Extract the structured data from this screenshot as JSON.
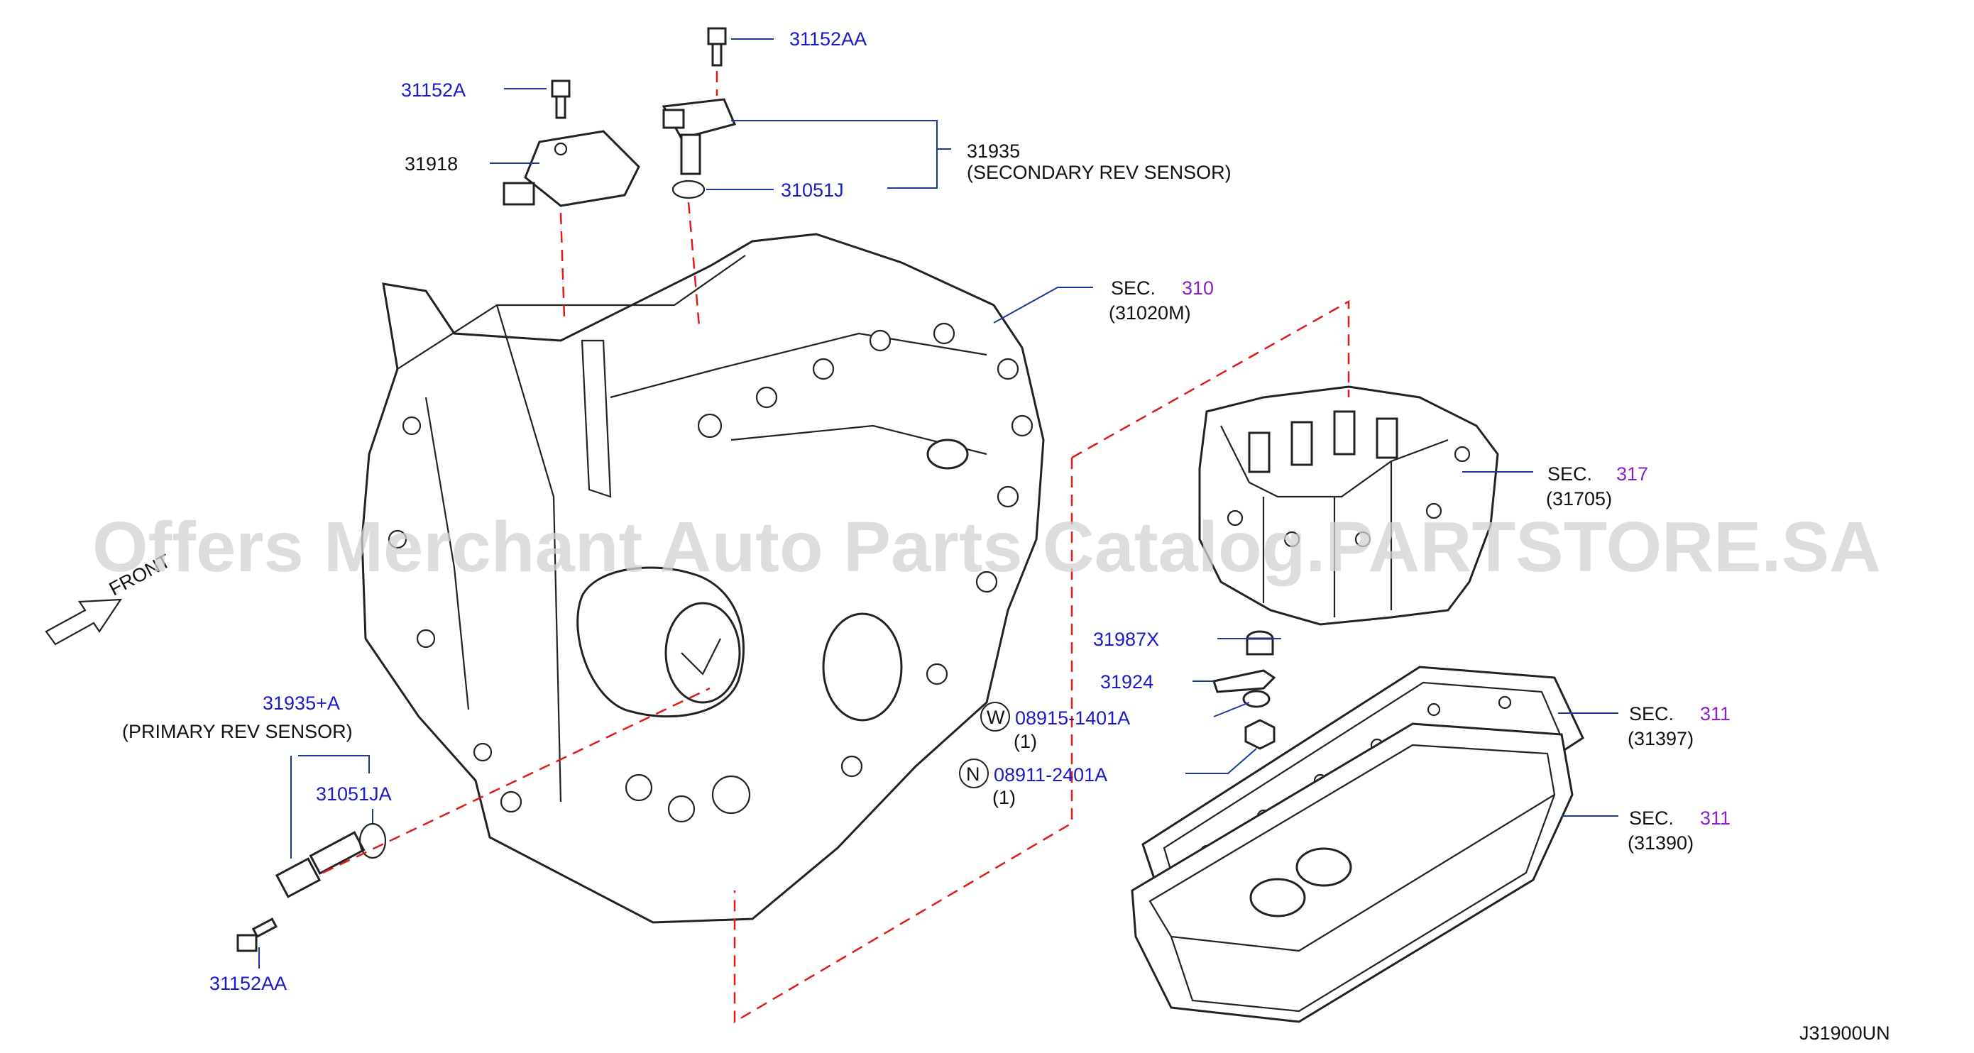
{
  "watermark": "Offers Merchant Auto Parts Catalog.PARTSTORE.SA",
  "front_label": "FRONT",
  "diagram_id": "J31900UN",
  "parts": {
    "bolt_top": "31152AA",
    "bolt_left": "31152A",
    "bracket": "31918",
    "secondary_sensor": "31935",
    "secondary_sensor_desc": "(SECONDARY   REV   SENSOR)",
    "oring_top": "31051J",
    "primary_sensor": "31935+A",
    "primary_sensor_desc": "(PRIMARY   REV   SENSOR)",
    "oring_primary": "31051JA",
    "bolt_bottom": "31152AA",
    "spacer": "31987X",
    "plate": "31924",
    "washer_code": "W",
    "washer": "08915-1401A",
    "washer_qty": "(1)",
    "nut_code": "N",
    "nut": "08911-2401A",
    "nut_qty": "(1)"
  },
  "sections": {
    "s310_prefix": "SEC.",
    "s310_num": "310",
    "s310_ref": "(31020M)",
    "s317_prefix": "SEC.",
    "s317_num": "317",
    "s317_ref": "(31705)",
    "s311a_prefix": "SEC.",
    "s311a_num": "311",
    "s311a_ref": "(31397)",
    "s311b_prefix": "SEC.",
    "s311b_num": "311",
    "s311b_ref": "(31390)"
  }
}
